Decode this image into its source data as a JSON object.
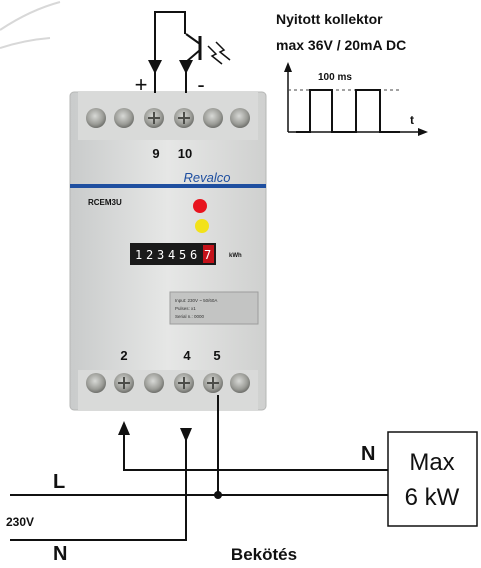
{
  "collector": {
    "line1": "Nyitott kollektor",
    "line2": "max 36V / 20mA DC"
  },
  "pulse": {
    "duration": "100 ms",
    "axis_t": "t"
  },
  "polarity": {
    "plus": "+",
    "minus": "-"
  },
  "meter": {
    "brand": "Revalco",
    "model": "RCEM3U",
    "top_terminals": [
      "9",
      "10"
    ],
    "bottom_terminals": [
      "2",
      "4",
      "5"
    ],
    "counter_digits": [
      "1",
      "2",
      "3",
      "4",
      "5",
      "6",
      "7"
    ],
    "unit": "kWh",
    "spec_lines": [
      "Input: 230V ~ 50/60A",
      "Pulses: x1",
      "Serial n.: 0000"
    ]
  },
  "wiring": {
    "L": "L",
    "N_bottom": "N",
    "N_load": "N",
    "voltage": "230V"
  },
  "load": {
    "line1": "Max",
    "line2": "6 kW"
  },
  "caption": "Bekötés",
  "colors": {
    "led_red": "#e8141e",
    "led_yellow": "#f2e21a",
    "brand_blue": "#1f4fa0",
    "counter_red": "#c4121a"
  }
}
